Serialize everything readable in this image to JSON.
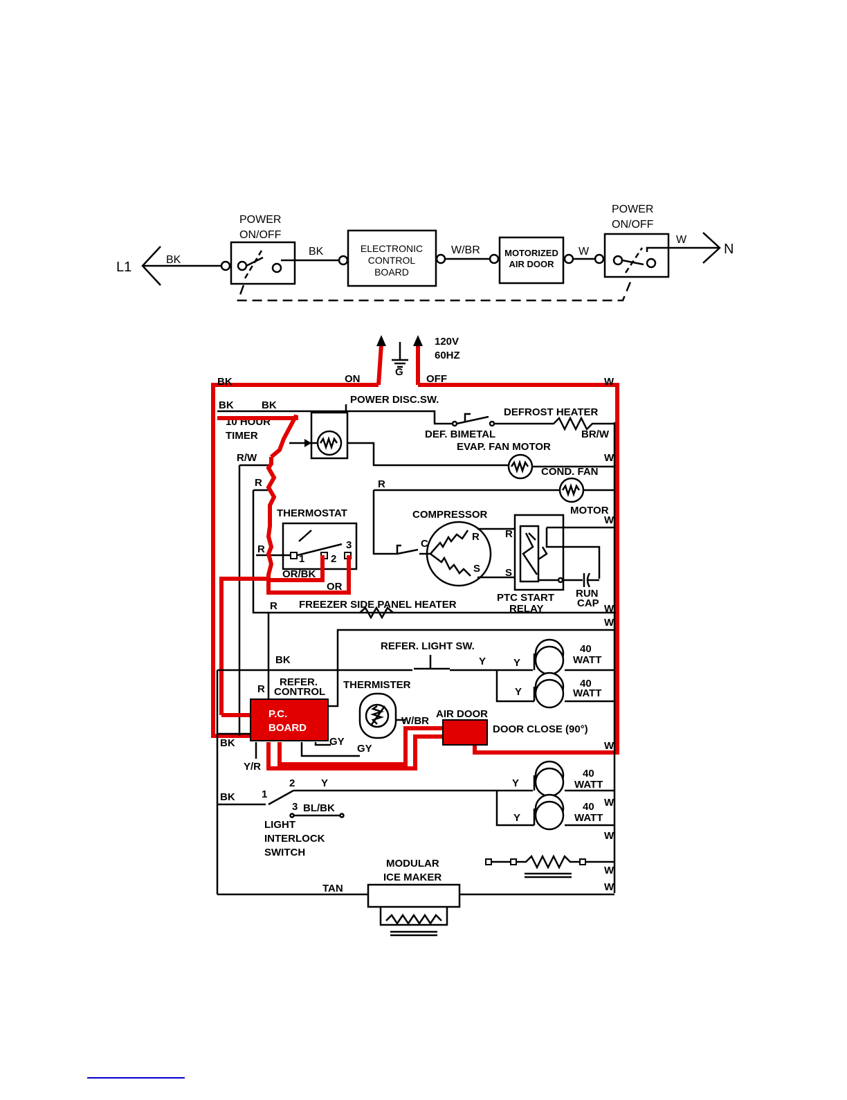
{
  "block_diagram": {
    "l1": "L1",
    "n": "N",
    "power_left": [
      "POWER",
      "ON/OFF"
    ],
    "power_right": [
      "POWER",
      "ON/OFF"
    ],
    "ecb": [
      "ELECTRONIC",
      "CONTROL",
      "BOARD"
    ],
    "air_door": [
      "MOTORIZED",
      "AIR DOOR"
    ],
    "wires": {
      "bk1": "BK",
      "bk2": "BK",
      "wbr": "W/BR",
      "w1": "W",
      "w2": "W"
    }
  },
  "schematic": {
    "supply": [
      "120V",
      "60HZ"
    ],
    "ground": "G",
    "on": "ON",
    "off": "OFF",
    "power_disc": "POWER DISC.SW.",
    "defrost_heater": "DEFROST HEATER",
    "def_bimetal": "DEF. BIMETAL",
    "brw": "BR/W",
    "evap_fan": "EVAP. FAN MOTOR",
    "cond_fan": "COND. FAN",
    "motor": "MOTOR",
    "timer": [
      "10 HOUR",
      "TIMER"
    ],
    "thermostat": "THERMOSTAT",
    "compressor": "COMPRESSOR",
    "orbk": "OR/BK",
    "or": "OR",
    "ptc": [
      "PTC START",
      "RELAY"
    ],
    "run_cap": [
      "RUN",
      "CAP"
    ],
    "freezer_heater": "FREEZER SIDE PANEL HEATER",
    "refer_light_sw": "REFER.  LIGHT  SW.",
    "watt": "40",
    "watt_unit": "WATT",
    "refer_control": [
      "REFER.",
      "CONTROL"
    ],
    "thermister": "THERMISTER",
    "pc_board": [
      "P.C.",
      "BOARD"
    ],
    "air_door": "AIR DOOR",
    "door_close": "DOOR CLOSE (90°)",
    "light_interlock": [
      "LIGHT",
      "INTERLOCK",
      "SWITCH"
    ],
    "ice_maker": [
      "MODULAR",
      "ICE MAKER"
    ],
    "wire_labels": {
      "bk": "BK",
      "rw": "R/W",
      "r": "R",
      "y": "Y",
      "gy": "GY",
      "wbr": "W/BR",
      "yr": "Y/R",
      "blbk": "BL/BK",
      "tan": "TAN",
      "w": "W",
      "t1": "1",
      "t2": "2",
      "t3": "3",
      "c": "C",
      "s": "S"
    }
  },
  "colors": {
    "highlight": "#e00000",
    "wire": "#000000",
    "link": "#0000cc"
  }
}
